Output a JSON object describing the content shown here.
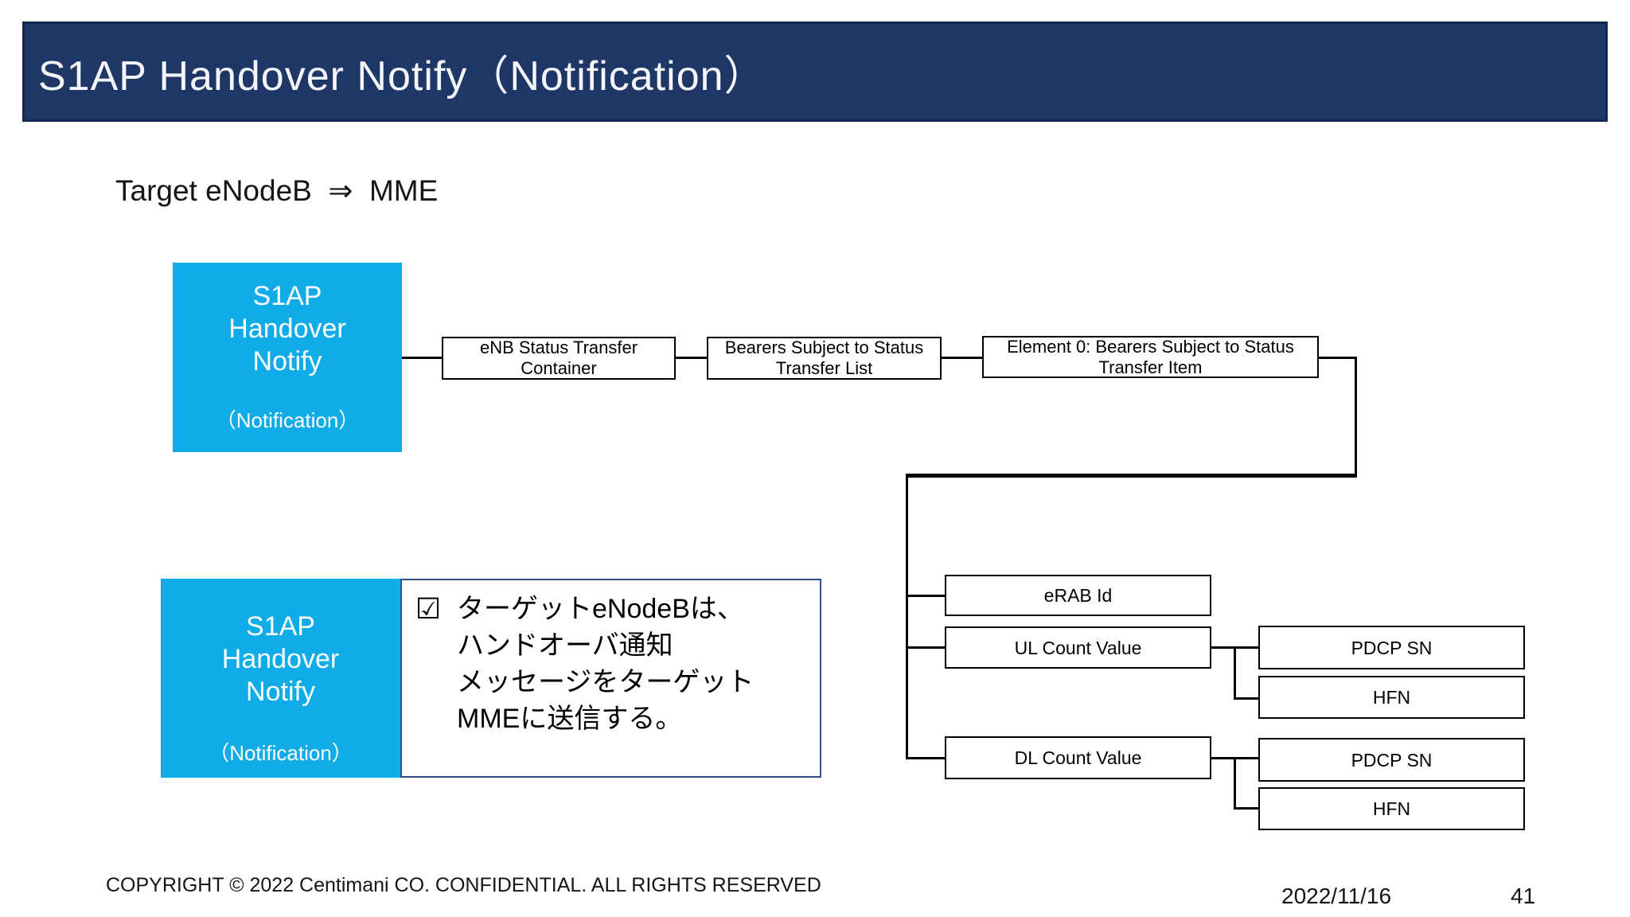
{
  "header": {
    "title": "S1AP Handover Notify（Notification）"
  },
  "subtitle": "Target eNodeB  ⇒  MME",
  "colors": {
    "header_bg": "#1F3767",
    "header_border": "#13294E",
    "message_box": "#0FACE8",
    "note_border": "#2F4E8C",
    "line": "#000000"
  },
  "message_box_top": {
    "lines": [
      "S1AP",
      "Handover",
      "Notify"
    ],
    "subtext": "（Notification）"
  },
  "message_box_bottom": {
    "lines": [
      "S1AP",
      "Handover",
      "Notify"
    ],
    "subtext": "（Notification）"
  },
  "flow_boxes": {
    "enb_status_transfer_container": "eNB Status Transfer Container",
    "bearers_subject_list": "Bearers Subject to Status Transfer List",
    "element0_item": "Element 0: Bearers Subject to Status Transfer Item"
  },
  "tree_boxes": {
    "erab_id": "eRAB Id",
    "ul_count_value": "UL Count Value",
    "dl_count_value": "DL Count Value",
    "ul_pdcp_sn": "PDCP SN",
    "ul_hfn": "HFN",
    "dl_pdcp_sn": "PDCP SN",
    "dl_hfn": "HFN"
  },
  "note": {
    "checkbox_glyph": "☑",
    "lines": [
      "ターゲットeNodeBは、",
      "ハンドオーバ通知",
      "メッセージをターゲット",
      "MMEに送信する。"
    ]
  },
  "footer": {
    "copyright": "COPYRIGHT © 2022 Centimani CO. CONFIDENTIAL. ALL RIGHTS RESERVED",
    "date": "2022/11/16",
    "page": "41"
  }
}
